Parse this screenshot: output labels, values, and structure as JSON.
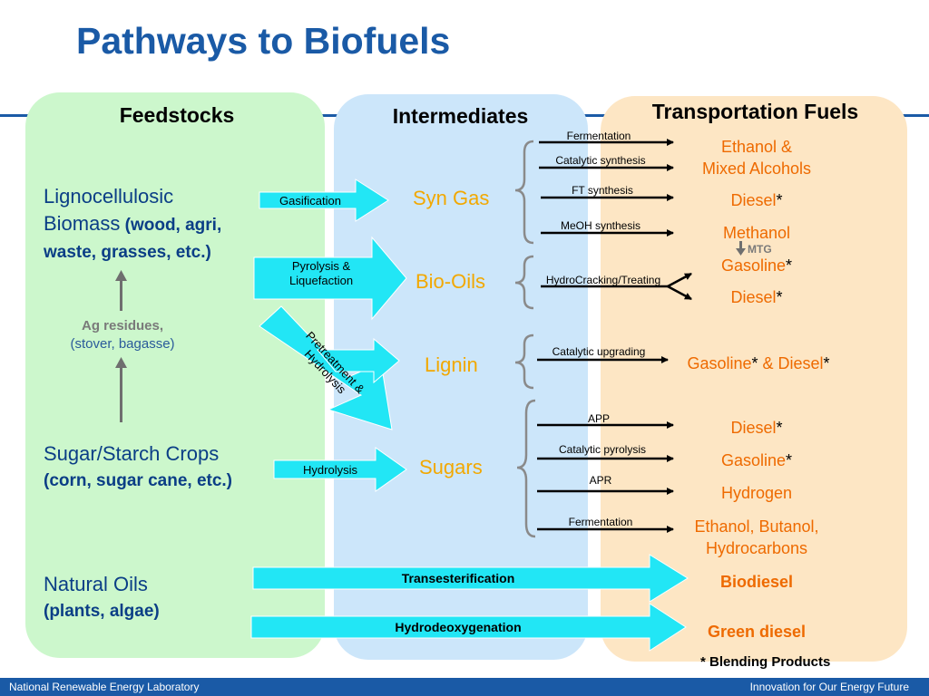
{
  "title": "Pathways to Biofuels",
  "columns": {
    "feedstocks": "Feedstocks",
    "intermediates": "Intermediates",
    "fuels": "Transportation Fuels"
  },
  "feedstocks": {
    "ligno_line1": "Lignocellulosic",
    "ligno_line2a": "Biomass",
    "ligno_line2b": " (wood, agri,",
    "ligno_line3": "waste, grasses, etc.)",
    "ag_line1": "Ag residues,",
    "ag_line2": "(stover, bagasse)",
    "sugar_line1": "Sugar/Starch Crops",
    "sugar_line2": "(corn, sugar cane, etc.)",
    "oils_line1": "Natural Oils",
    "oils_line2": "(plants, algae)"
  },
  "intermediates": {
    "syngas": "Syn Gas",
    "biooils": "Bio-Oils",
    "lignin": "Lignin",
    "sugars": "Sugars"
  },
  "conversions": {
    "gasification": "Gasification",
    "pyrolysis_line1": "Pyrolysis &",
    "pyrolysis_line2": "Liquefaction",
    "pretreat_line1": "Pretreatment &",
    "pretreat_line2": "Hydrolysis",
    "hydrolysis": "Hydrolysis",
    "transesterification": "Transesterification",
    "hydrodeoxygenation": "Hydrodeoxygenation"
  },
  "processes": {
    "fermentation1": "Fermentation",
    "catalytic_synthesis": "Catalytic synthesis",
    "ft_synthesis": "FT synthesis",
    "meoh_synthesis": "MeOH synthesis",
    "hydrocracking": "HydroCracking/Treating",
    "catalytic_upgrading": "Catalytic upgrading",
    "app": "APP",
    "catalytic_pyrolysis": "Catalytic pyrolysis",
    "apr": "APR",
    "fermentation2": "Fermentation",
    "mtg": "MTG"
  },
  "fuels": {
    "ethanol_line1": "Ethanol &",
    "ethanol_line2": "Mixed Alcohols",
    "diesel": "Diesel",
    "methanol": "Methanol",
    "gasoline": "Gasoline",
    "amp": " & ",
    "hydrogen": "Hydrogen",
    "ebh_line1": "Ethanol, Butanol,",
    "ebh_line2": "Hydrocarbons",
    "biodiesel": "Biodiesel",
    "green_diesel": "Green diesel",
    "star": "*"
  },
  "blending_note": "* Blending Products",
  "footer": {
    "left": "National Renewable Energy Laboratory",
    "right": "Innovation for Our Energy Future"
  },
  "colors": {
    "title_blue": "#1a5aa6",
    "feedstock_bg": "#ccf7cc",
    "intermediate_bg": "#cce6fa",
    "fuel_bg": "#fde6c4",
    "arrow_cyan": "#22e6f5",
    "intermediate_text": "#f2a800",
    "fuel_text": "#ee6a00"
  }
}
